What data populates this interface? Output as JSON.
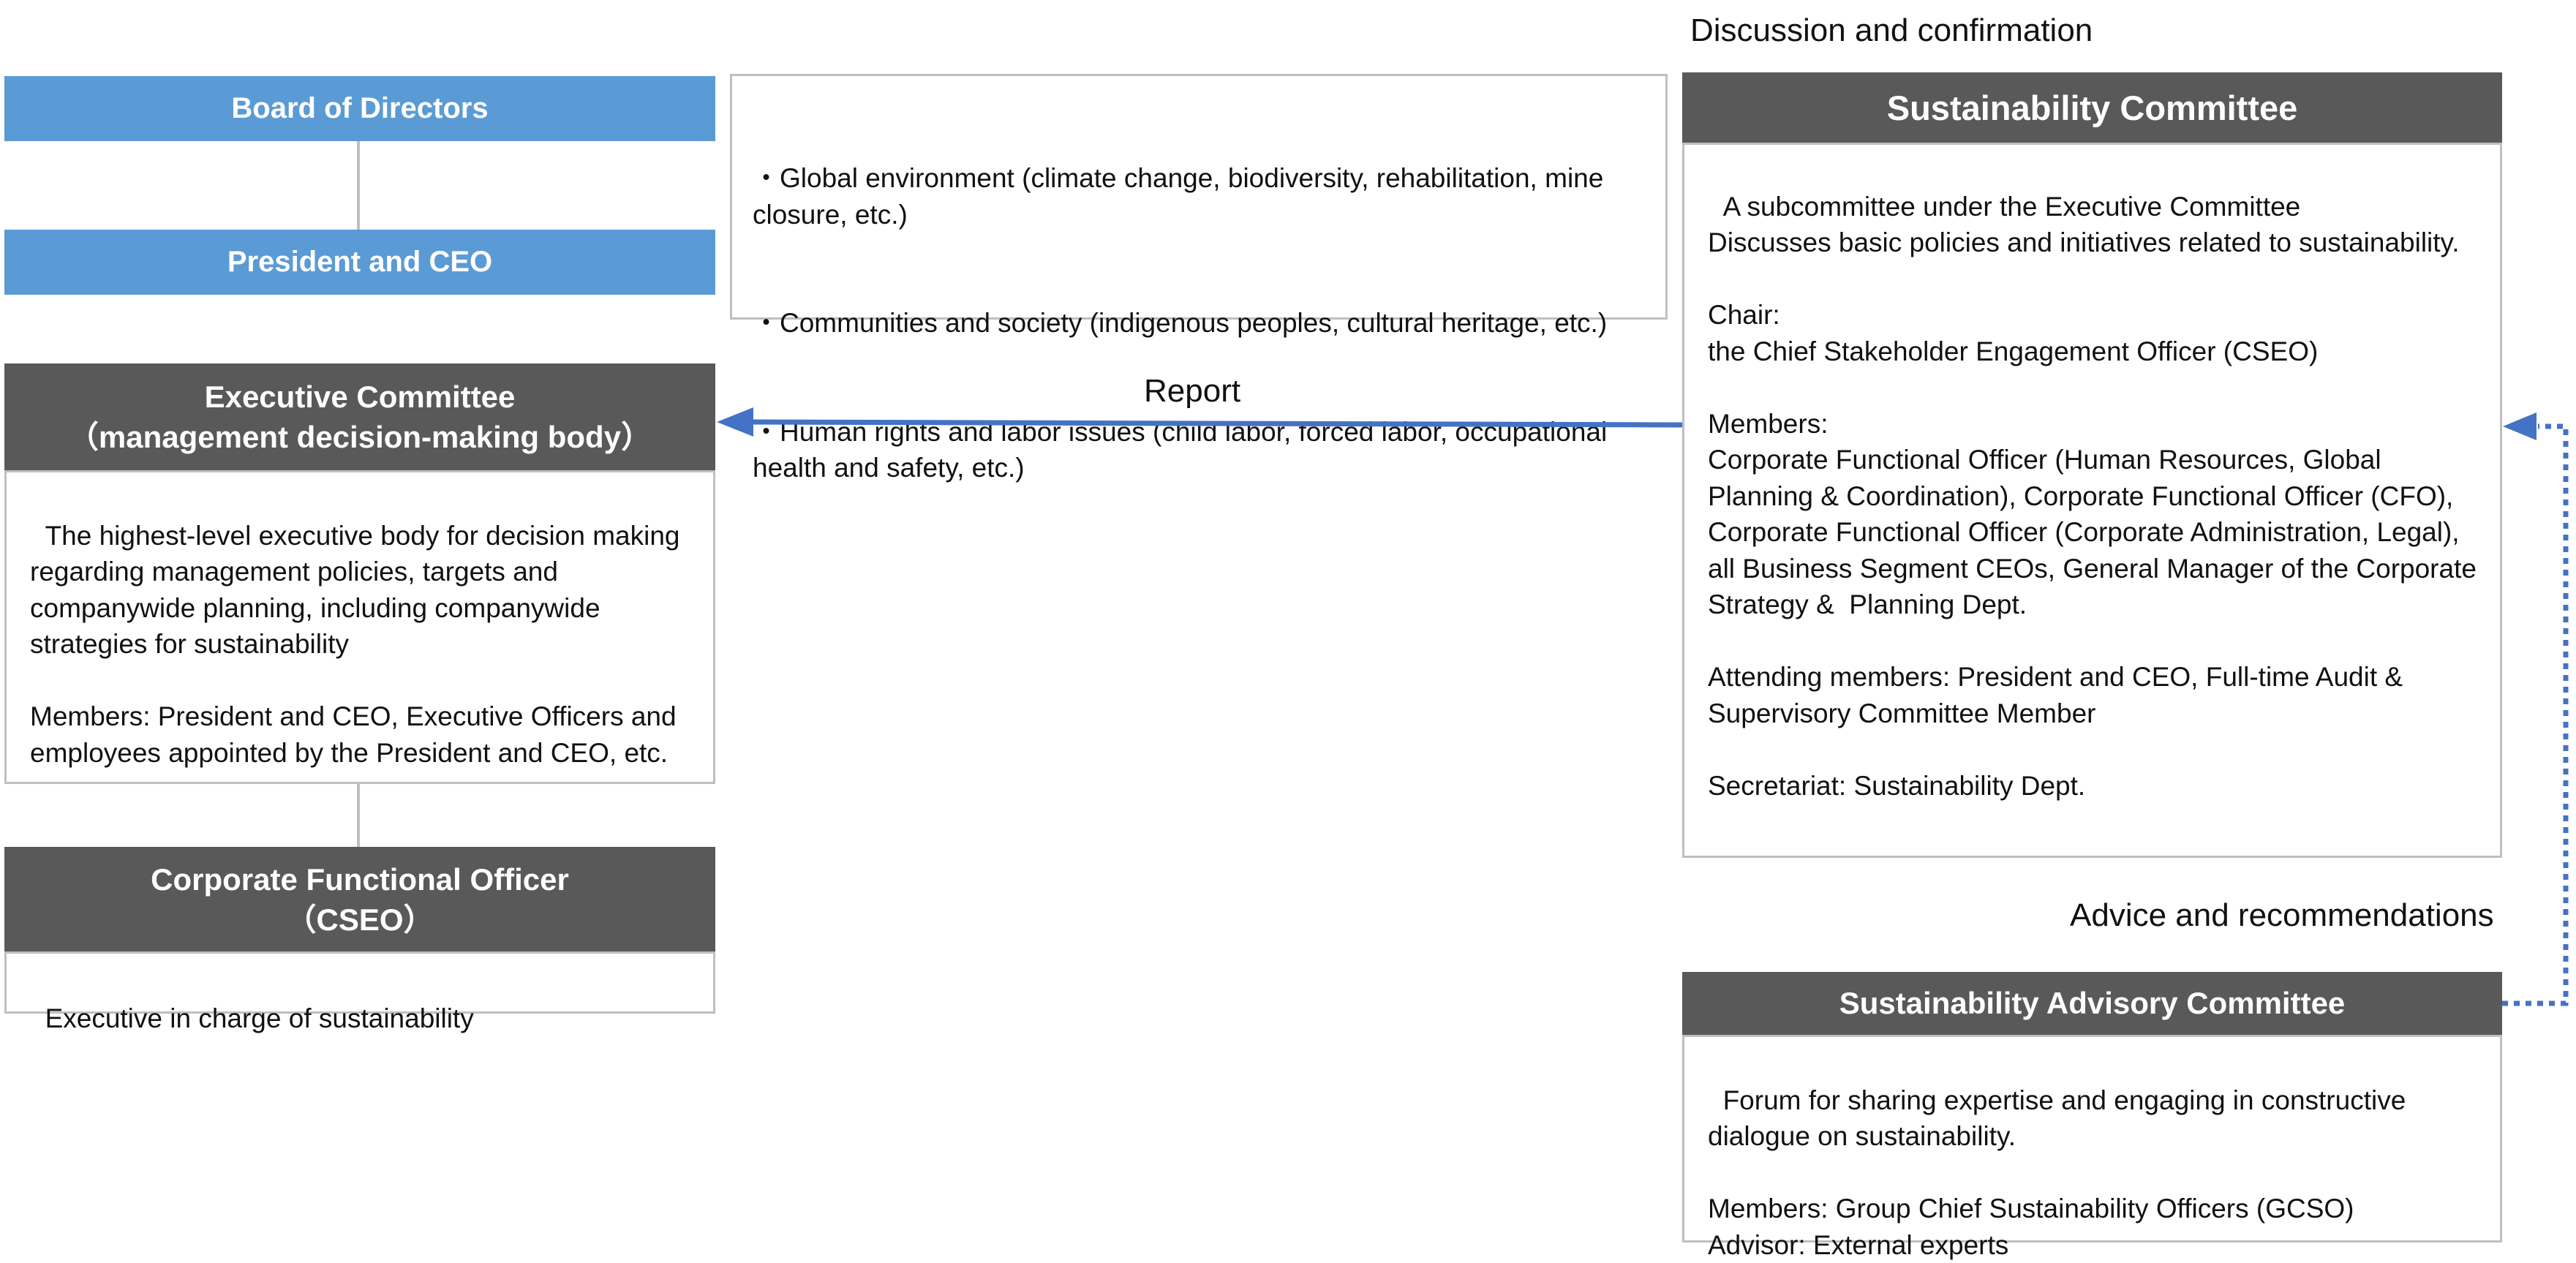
{
  "board": {
    "title": "Board of Directors"
  },
  "president": {
    "title": "President and CEO"
  },
  "topics": {
    "items": [
      "・Global environment (climate change, biodiversity, rehabilitation, mine closure, etc.)",
      "・Communities and society (indigenous peoples, cultural heritage, etc.)",
      "・Human rights and labor issues (child labor, forced labor, occupational health and safety, etc.)"
    ]
  },
  "executive": {
    "title_line1": "Executive Committee",
    "title_line2": "（management decision-making body）",
    "body": "The highest-level executive body for decision making regarding management policies, targets and companywide planning, including companywide strategies for sustainability\n\nMembers: President and CEO, Executive Officers and employees appointed by the President and CEO, etc."
  },
  "cfo_box": {
    "title_line1": "Corporate Functional Officer",
    "title_line2": "（CSEO）",
    "body": "Executive in charge of sustainability"
  },
  "labels": {
    "discussion": "Discussion and confirmation",
    "report": "Report",
    "advice": "Advice and recommendations"
  },
  "sustainability": {
    "title": "Sustainability Committee",
    "body": "A subcommittee under the Executive Committee\nDiscusses basic policies and initiatives related to sustainability.\n\nChair:\nthe Chief Stakeholder Engagement Officer (CSEO)\n\nMembers:\nCorporate Functional Officer (Human Resources, Global Planning & Coordination), Corporate Functional Officer (CFO), Corporate Functional Officer (Corporate Administration, Legal), all Business Segment CEOs, General Manager of the Corporate Strategy &  Planning Dept.\n\nAttending members: President and CEO, Full-time Audit & Supervisory Committee Member\n\nSecretariat: Sustainability Dept."
  },
  "advisory": {
    "title": "Sustainability Advisory Committee",
    "body": "Forum for sharing expertise and engaging in constructive dialogue on sustainability.\n\nMembers: Group Chief Sustainability Officers (GCSO)\nAdvisor: External experts"
  },
  "colors": {
    "blue_header": "#5b9bd5",
    "dark_header": "#595959",
    "arrow": "#4472c4",
    "border": "#bfbfbf"
  }
}
